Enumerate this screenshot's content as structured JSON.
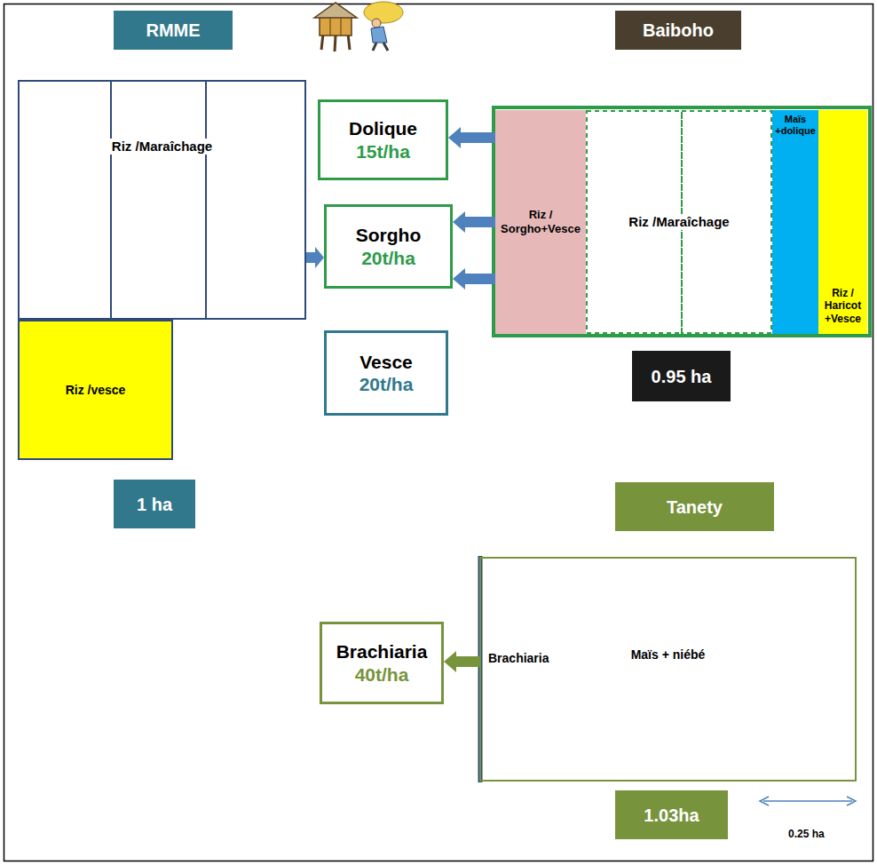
{
  "diagram": {
    "nodes": [
      {
        "text": [
          "RMME"
        ]
      },
      {
        "text": [
          "Baiboho"
        ]
      },
      {
        "text": [
          "Dolique",
          "15t/ha"
        ]
      },
      {
        "text": [
          "Riz /Maraîchage"
        ]
      },
      {
        "text": [
          "Sorgho",
          "20t/ha"
        ]
      },
      {
        "text": [
          "Riz / Sorgho+Vesce"
        ]
      },
      {
        "text": [
          "Riz /Maraîchage"
        ]
      },
      {
        "text": [
          "Maïs +dolique"
        ]
      },
      {
        "text": [
          "Riz / Haricot +Vesce"
        ]
      },
      {
        "text": [
          "Riz /vesce"
        ]
      },
      {
        "text": [
          "Vesce",
          "20t/ha"
        ]
      },
      {
        "text": [
          "0.95 ha"
        ]
      },
      {
        "text": [
          "1 ha"
        ]
      },
      {
        "text": [
          "Tanety"
        ]
      },
      {
        "text": [
          "Brachiaria",
          "Maïs + niébé"
        ]
      },
      {
        "text": [
          "Brachiaria",
          "40t/ha"
        ]
      },
      {
        "text": [
          "1.03ha"
        ]
      }
    ],
    "edges": [
      {
        "from": 3,
        "to": 4,
        "arrow": "to"
      },
      {
        "from": 5,
        "to": 2,
        "arrow": "to"
      },
      {
        "from": 5,
        "to": 4,
        "arrow": "to"
      },
      {
        "from": 5,
        "to": 4,
        "arrow": "to"
      },
      {
        "from": 14,
        "to": 15,
        "arrow": "to"
      }
    ],
    "labels": [
      "0.25 ha"
    ]
  }
}
